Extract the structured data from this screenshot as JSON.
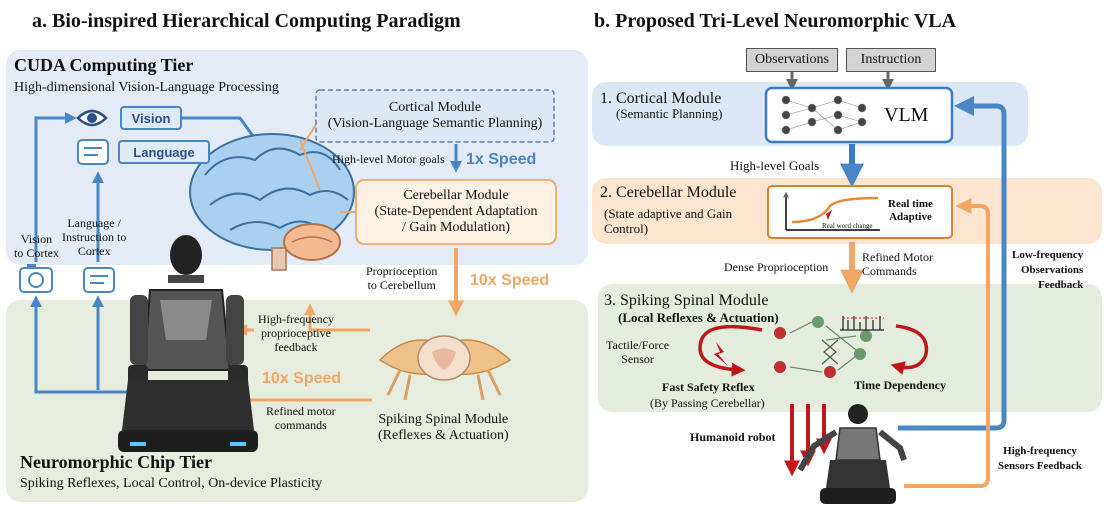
{
  "panel_a": {
    "heading": "a. Bio-inspired Hierarchical Computing Paradigm",
    "cuda_tier": {
      "title": "CUDA Computing Tier",
      "subtitle": "High-dimensional Vision-Language Processing"
    },
    "vision_label": "Vision",
    "language_label": "Language",
    "vision_to_cortex": "Vision\nto Cortex",
    "language_to_cortex": "Language /\nInstruction to\nCortex",
    "cortical_module": "Cortical Module\n(Vision-Language Semantic Planning)",
    "high_level_motor_goals": "High-level Motor goals",
    "speed_1x": "1x Speed",
    "cerebellar_module": "Cerebellar Module\n(State-Dependent Adaptation\n/ Gain Modulation)",
    "proprioception_to_cerebellum": "Proprioception\nto Cerebellum",
    "speed_10x_right": "10x Speed",
    "high_freq_feedback": "High-frequency\nproprioceptive\nfeedback",
    "speed_10x_left": "10x Speed",
    "refined_motor_commands": "Refined motor\ncommands",
    "spinal_module": "Spiking Spinal Module\n(Reflexes & Actuation)",
    "neuro_tier": {
      "title": "Neuromorphic Chip Tier",
      "subtitle": "Spiking Reflexes, Local Control, On-device Plasticity"
    }
  },
  "panel_b": {
    "heading": "b. Proposed Tri-Level Neuromorphic VLA",
    "observations": "Observations",
    "instruction": "Instruction",
    "cortical_title": "1. Cortical Module",
    "cortical_sub": "(Semantic Planning)",
    "vlm": "VLM",
    "high_level_goals": "High-level Goals",
    "cerebellar_title": "2. Cerebellar Module",
    "cerebellar_sub": "(State adaptive and Gain\nControl)",
    "real_time_adaptive": "Real time\nAdaptive",
    "real_world_change": "Real word change",
    "dense_proprioception": "Dense Proprioception",
    "refined_motor": "Refined Motor\nCommands",
    "spinal_title": "3. Spiking Spinal Module",
    "spinal_sub": "(Local Reflexes & Actuation)",
    "tactile_sensor": "Tactile/Force\nSensor",
    "fast_safety_reflex": "Fast Safety Reflex",
    "bypassing": "(By Passing Cerebellar)",
    "time_dependency": "Time Dependency",
    "humanoid_robot": "Humanoid robot",
    "low_freq_feedback": "Low-frequency\nObservations\nFeedback",
    "high_freq_feedback": "High-frequency\nSensors Feedback"
  },
  "colors": {
    "blue_panel": "#e3ecf6",
    "orange_panel": "#fbe7d3",
    "green_panel": "#e4eddf",
    "blue_arrow": "#4a86c6",
    "orange_arrow": "#f0a765",
    "red": "#c01818"
  }
}
